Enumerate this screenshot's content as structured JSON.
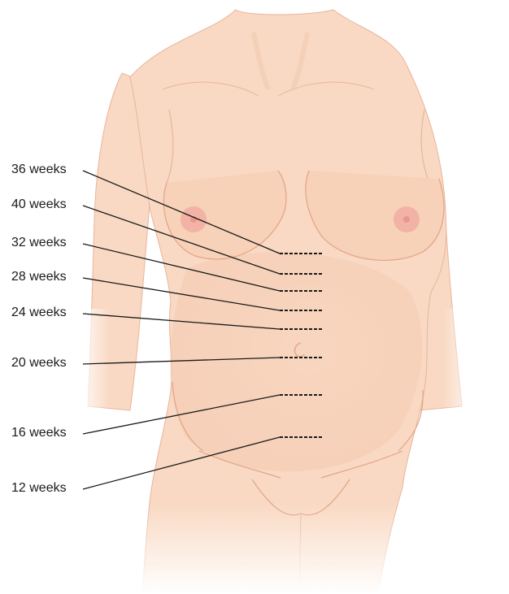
{
  "diagram": {
    "colors": {
      "skin": "#f9d9c3",
      "skin_shadow": "#f0c2a6",
      "outline": "#e2a489",
      "areola": "#f0a8a0",
      "leader": "#1a1a1a"
    },
    "markers": [
      {
        "id": "36",
        "label": "36 weeks"
      },
      {
        "id": "40",
        "label": "40 weeks"
      },
      {
        "id": "32",
        "label": "32 weeks"
      },
      {
        "id": "28",
        "label": "28 weeks"
      },
      {
        "id": "24",
        "label": "24 weeks"
      },
      {
        "id": "20",
        "label": "20 weeks"
      },
      {
        "id": "16",
        "label": "16 weeks"
      },
      {
        "id": "12",
        "label": "12 weeks"
      }
    ]
  }
}
